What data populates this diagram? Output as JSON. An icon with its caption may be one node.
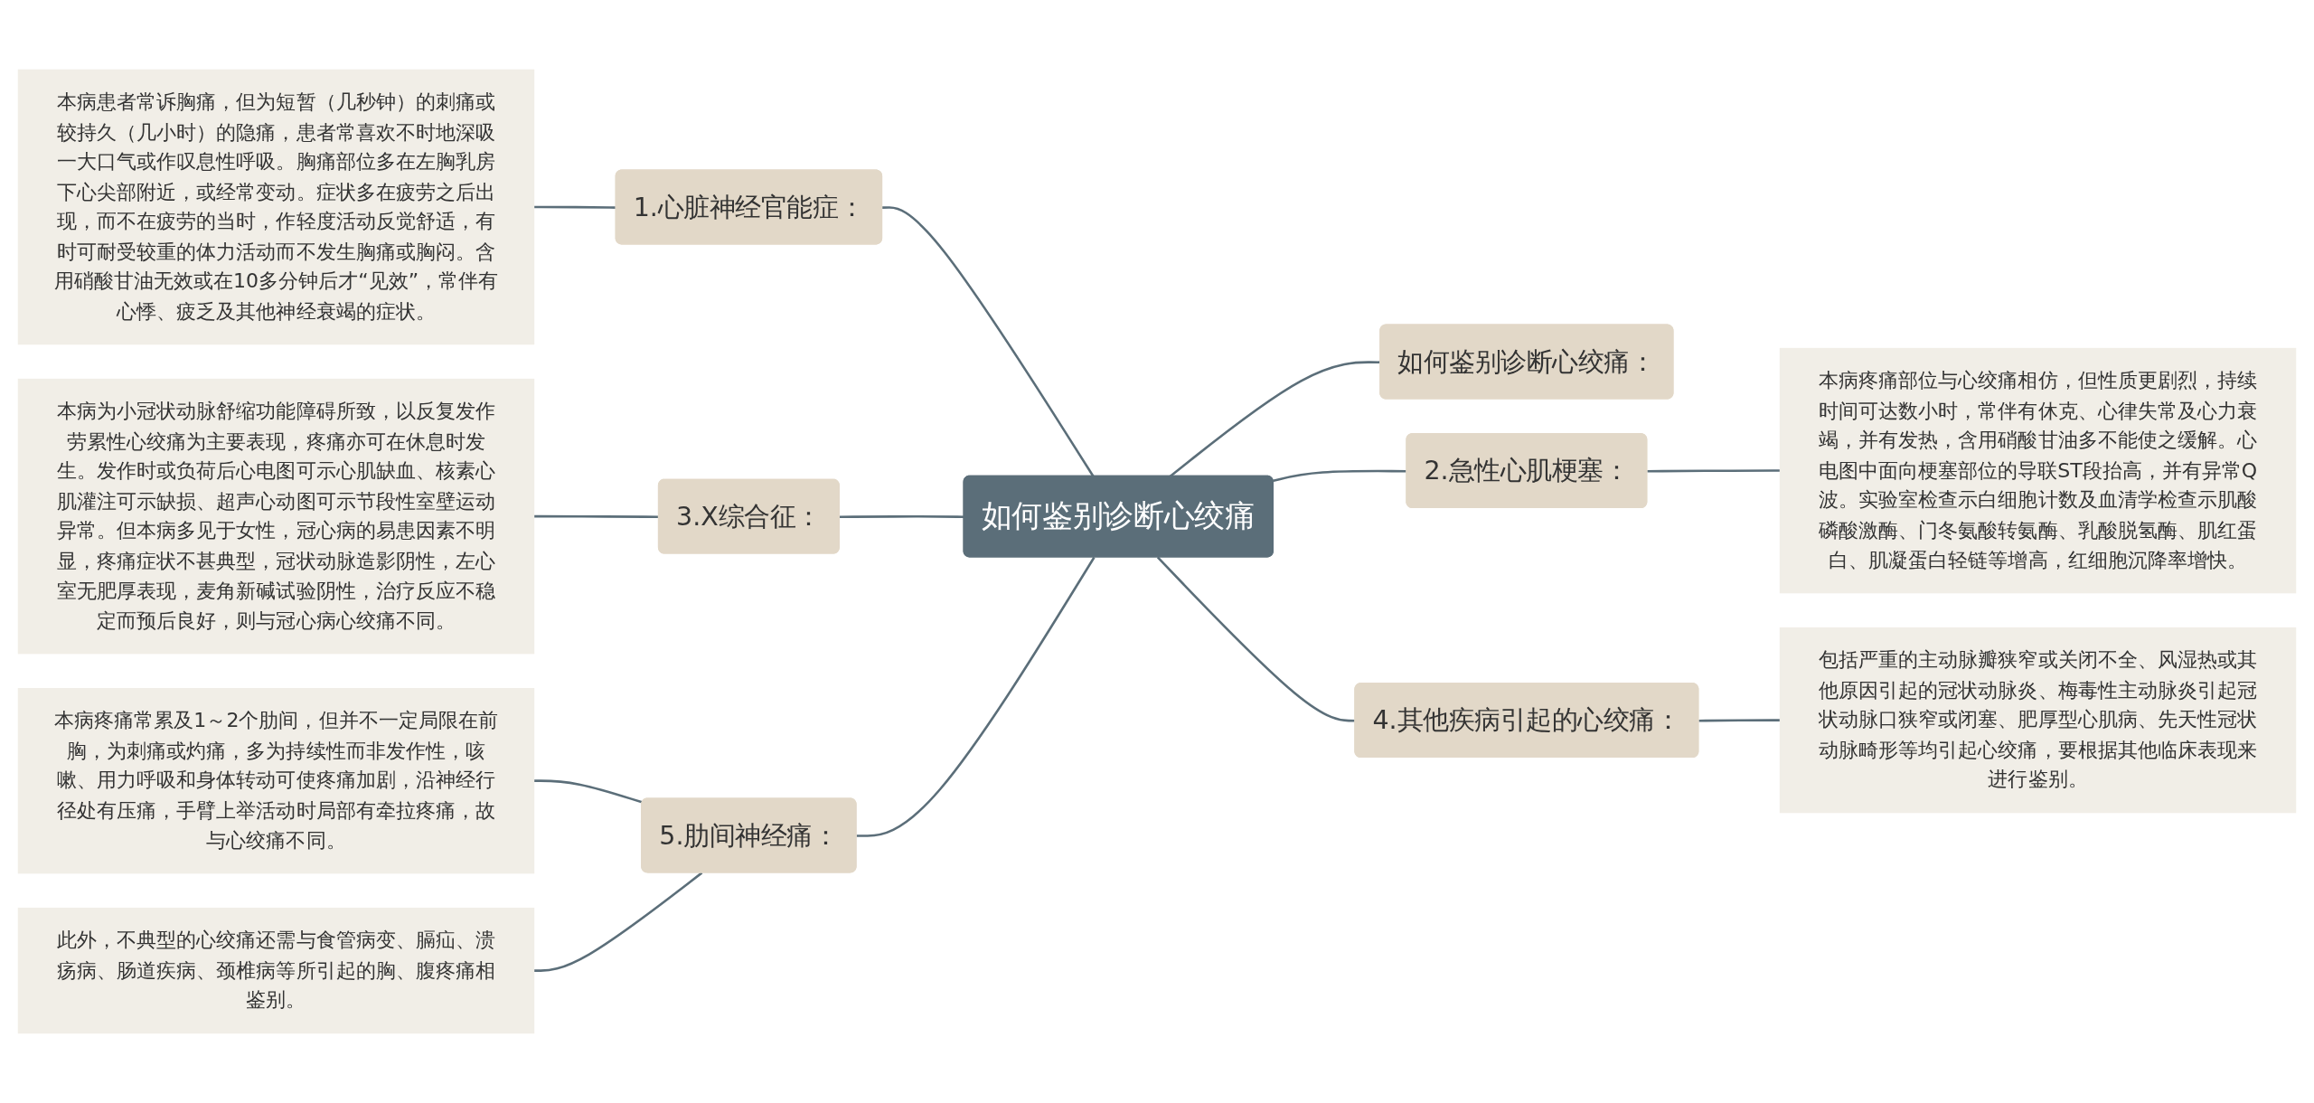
{
  "diagram": {
    "nodes": [
      {
        "text": [
          "如何鉴别诊断心绞痛"
        ]
      },
      {
        "text": [
          "如何鉴别诊断心绞痛："
        ]
      },
      {
        "text": [
          "1.心脏神经官能症："
        ]
      },
      {
        "text": [
          "本病患者常诉胸痛，但为短暂（几秒钟）的刺痛或较持久（几小时）的隐痛，患者常喜欢不时地深吸一大口气或作叹息性呼吸。胸痛部位多在左胸乳房下心尖部附近，或经常变动。症状多在疲劳之后出现，而不在疲劳的当时，作轻度活动反觉舒适，有时可耐受较重的体力活动而不发生胸痛或胸闷。含用硝酸甘油无效或在10多分钟后才“见效”，常伴有心悸、疲乏及其他神经衰竭的症状。"
        ]
      },
      {
        "text": [
          "2.急性心肌梗塞："
        ]
      },
      {
        "text": [
          "本病疼痛部位与心绞痛相仿，但性质更剧烈，持续时间可达数小时，常伴有休克、心律失常及心力衰竭，并有发热，含用硝酸甘油多不能使之缓解。心电图中面向梗塞部位的导联ST段抬高，并有异常Q波。实验室检查示白细胞计数及血清学检查示肌酸磷酸激酶、门冬氨酸转氨酶、乳酸脱氢酶、肌红蛋白、肌凝蛋白轻链等增高，红细胞沉降率增快。"
        ]
      },
      {
        "text": [
          "3.X综合征："
        ]
      },
      {
        "text": [
          "本病为小冠状动脉舒缩功能障碍所致，以反复发作劳累性心绞痛为主要表现，疼痛亦可在休息时发生。发作时或负荷后心电图可示心肌缺血、核素心肌灌注可示缺损、超声心动图可示节段性室壁运动异常。但本病多见于女性，冠心病的易患因素不明显，疼痛症状不甚典型，冠状动脉造影阴性，左心室无肥厚表现，麦角新碱试验阴性，治疗反应不稳定而预后良好，则与冠心病心绞痛不同。"
        ]
      },
      {
        "text": [
          "4.其他疾病引起的心绞痛："
        ]
      },
      {
        "text": [
          "包括严重的主动脉瓣狭窄或关闭不全、风湿热或其他原因引起的冠状动脉炎、梅毒性主动脉炎引起冠状动脉口狭窄或闭塞、肥厚型心肌病、先天性冠状动脉畸形等均引起心绞痛，要根据其他临床表现来进行鉴别。"
        ]
      },
      {
        "text": [
          "5.肋间神经痛："
        ]
      },
      {
        "text": [
          "本病疼痛常累及1～2个肋间，但并不一定局限在前胸，为刺痛或灼痛，多为持续性而非发作性，咳嗽、用力呼吸和身体转动可使疼痛加剧，沿神经行径处有压痛，手臂上举活动时局部有牵拉疼痛，故与心绞痛不同。"
        ]
      },
      {
        "text": [
          "此外，不典型的心绞痛还需与食管病变、膈疝、溃疡病、肠道疾病、颈椎病等所引起的胸、腹疼痛相鉴别。"
        ]
      }
    ],
    "edges": [
      {
        "from": 0,
        "to": 1,
        "arrow": "none"
      },
      {
        "from": 0,
        "to": 2,
        "arrow": "none"
      },
      {
        "from": 2,
        "to": 3,
        "arrow": "none"
      },
      {
        "from": 0,
        "to": 4,
        "arrow": "none"
      },
      {
        "from": 4,
        "to": 5,
        "arrow": "none"
      },
      {
        "from": 0,
        "to": 6,
        "arrow": "none"
      },
      {
        "from": 6,
        "to": 7,
        "arrow": "none"
      },
      {
        "from": 0,
        "to": 8,
        "arrow": "none"
      },
      {
        "from": 8,
        "to": 9,
        "arrow": "none"
      },
      {
        "from": 0,
        "to": 10,
        "arrow": "none"
      },
      {
        "from": 10,
        "to": 11,
        "arrow": "none"
      },
      {
        "from": 10,
        "to": 12,
        "arrow": "none"
      }
    ]
  }
}
